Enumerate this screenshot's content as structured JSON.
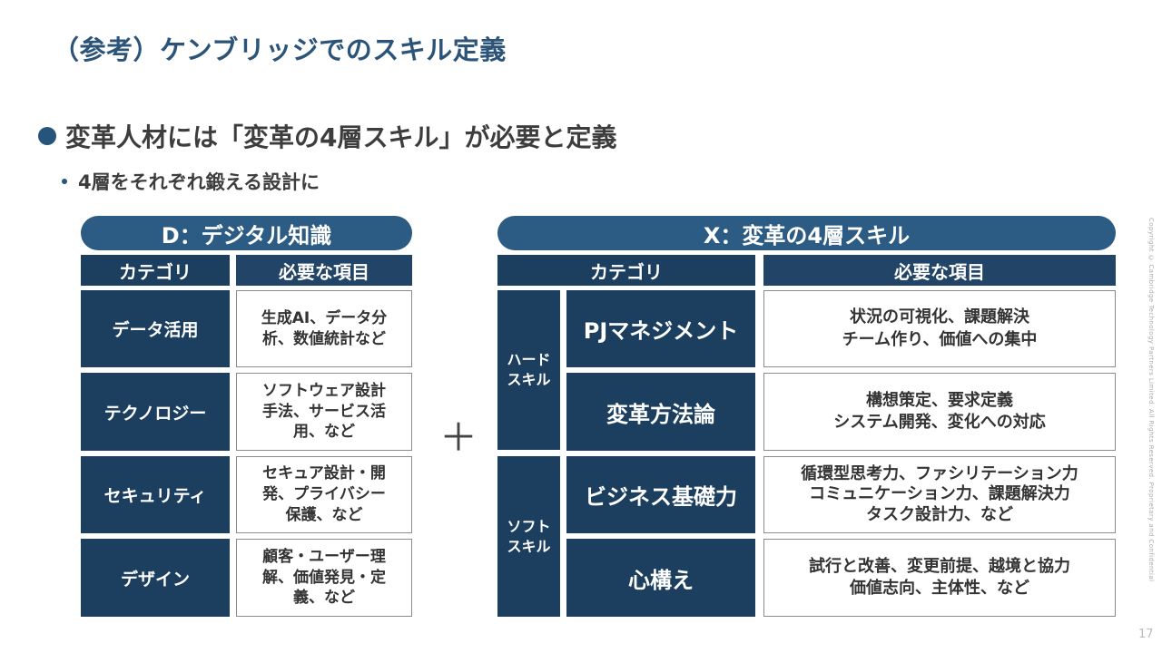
{
  "title": "（参考）ケンブリッジでのスキル定義",
  "bullet_main": "変革人材には「変革の4層スキル」が必要と定義",
  "bullet_sub": "4層をそれぞれ鍛える設計に",
  "left": {
    "header": "D：デジタル知識",
    "col1": "カテゴリ",
    "col2": "必要な項目",
    "rows": [
      {
        "category": "データ活用",
        "items": "生成AI、データ分\n析、数値統計など"
      },
      {
        "category": "テクノロジー",
        "items": "ソフトウェア設計\n手法、サービス活\n用、など"
      },
      {
        "category": "セキュリティ",
        "items": "セキュア設計・開\n発、プライバシー\n保護、など"
      },
      {
        "category": "デザイン",
        "items": "顧客・ユーザー理\n解、価値発見・定\n義、など"
      }
    ]
  },
  "plus": "＋",
  "right": {
    "header": "X：変革の4層スキル",
    "col1": "カテゴリ",
    "col2": "必要な項目",
    "groups": [
      {
        "label": "ハード\nスキル"
      },
      {
        "label": "ソフト\nスキル"
      }
    ],
    "rows": [
      {
        "category": "PJマネジメント",
        "items": "状況の可視化、課題解決\nチーム作り、価値への集中"
      },
      {
        "category": "変革方法論",
        "items": "構想策定、要求定義\nシステム開発、変化への対応"
      },
      {
        "category": "ビジネス基礎力",
        "items": "循環型思考力、ファシリテーション力\nコミュニケーション力、課題解決力\nタスク設計力、など"
      },
      {
        "category": "心構え",
        "items": "試行と改善、変更前提、越境と協力\n価値志向、主体性、など"
      }
    ]
  },
  "copyright": "Copyright © Cambridge Technology Partners Limited. All Rights Reserved. Proprietary and Confidential",
  "page_number": "17"
}
